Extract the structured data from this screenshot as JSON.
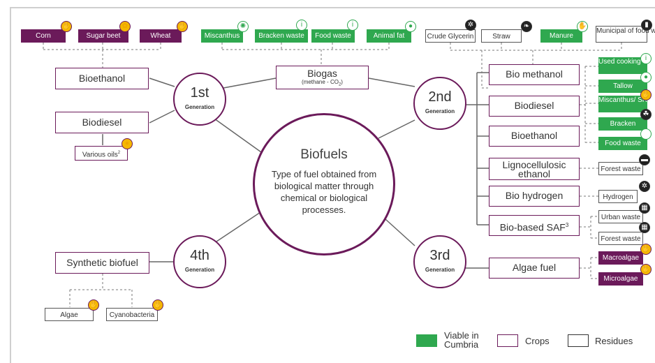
{
  "center": {
    "title": "Biofuels",
    "description": "Type of fuel obtained from biological matter through chemical or biological processes."
  },
  "generations": {
    "first": "1st",
    "second": "2nd",
    "third": "3rd",
    "fourth": "4th",
    "label": "Generation"
  },
  "first_gen": {
    "bioethanol": "Bioethanol",
    "biodiesel": "Biodiesel",
    "oils_main": "Various oils",
    "oils_sup": "2"
  },
  "biogas": {
    "title": "Biogas",
    "subtitle_main": "(methane - CO",
    "subtitle_sub": "2",
    "subtitle_end": ")"
  },
  "top_feedstocks": {
    "corn": "Corn",
    "sugar_beet": "Sugar beet",
    "wheat": "Wheat",
    "miscanthus": "Miscanthus",
    "bracken_waste": "Bracken waste",
    "food_waste": "Food waste",
    "animal_fat": "Animal fat",
    "crude_glycerin": "Crude Glycerin",
    "straw": "Straw",
    "manure": "Manure",
    "municipal": "Municipal of food waste"
  },
  "second_gen": {
    "bio_methanol": "Bio methanol",
    "biodiesel": "Biodiesel",
    "bioethanol": "Bioethanol",
    "lignocellulosic": "Lignocellulosic ethanol",
    "bio_hydrogen": "Bio hydrogen",
    "saf_main": "Bio-based SAF",
    "saf_sup": "3"
  },
  "right_feedstocks": {
    "used_cooking_oil": "Used cooking oil",
    "tallow": "Tallow",
    "miscanthus_src": "Miscanthus/ SRC",
    "bracken": "Bracken",
    "food_waste": "Food waste",
    "forest_waste": "Forest waste",
    "hydrogen": "Hydrogen",
    "urban_waste": "Urban waste",
    "forest_waste_2": "Forest waste"
  },
  "third_gen": {
    "algae_fuel": "Algae fuel",
    "macroalgae": "Macroalgae",
    "microalgae": "Microalgae"
  },
  "fourth_gen": {
    "synthetic": "Synthetic biofuel",
    "algae": "Algae",
    "cyanobacteria": "Cyanobacteria"
  },
  "legend": {
    "viable": "Viable in Cumbria",
    "crops": "Crops",
    "residues": "Residues"
  },
  "colors": {
    "crop": "#6b1a5a",
    "viable": "#2fa84f",
    "residue": "#ffffff",
    "line": "#666666"
  }
}
